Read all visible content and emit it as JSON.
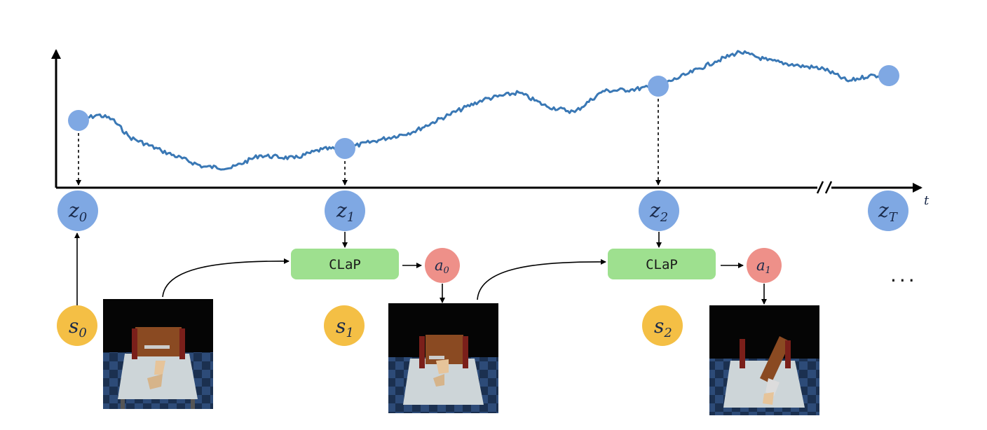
{
  "axis": {
    "t_label": "t",
    "break_mark": "//"
  },
  "latents": [
    {
      "base": "z",
      "sub": "0",
      "name": "z0"
    },
    {
      "base": "z",
      "sub": "1",
      "name": "z1"
    },
    {
      "base": "z",
      "sub": "2",
      "name": "z2"
    },
    {
      "base": "z",
      "sub": "T",
      "name": "zT"
    }
  ],
  "states": [
    {
      "base": "s",
      "sub": "0"
    },
    {
      "base": "s",
      "sub": "1"
    },
    {
      "base": "s",
      "sub": "2"
    }
  ],
  "actions": [
    {
      "base": "a",
      "sub": "0"
    },
    {
      "base": "a",
      "sub": "1"
    }
  ],
  "blocks": [
    {
      "label": "CLaP"
    },
    {
      "label": "CLaP"
    }
  ],
  "ellipsis": "···",
  "colors": {
    "latent": "#7fa8e3",
    "state": "#f4bf45",
    "action": "#ee9089",
    "block": "#9ee08f",
    "trajectory": "#3a78b5",
    "scene_bg": "#050505",
    "floor": "#1e3556",
    "table": "#cdd5d8",
    "door": "#8a4a22",
    "pillar": "#7a1f1a"
  }
}
